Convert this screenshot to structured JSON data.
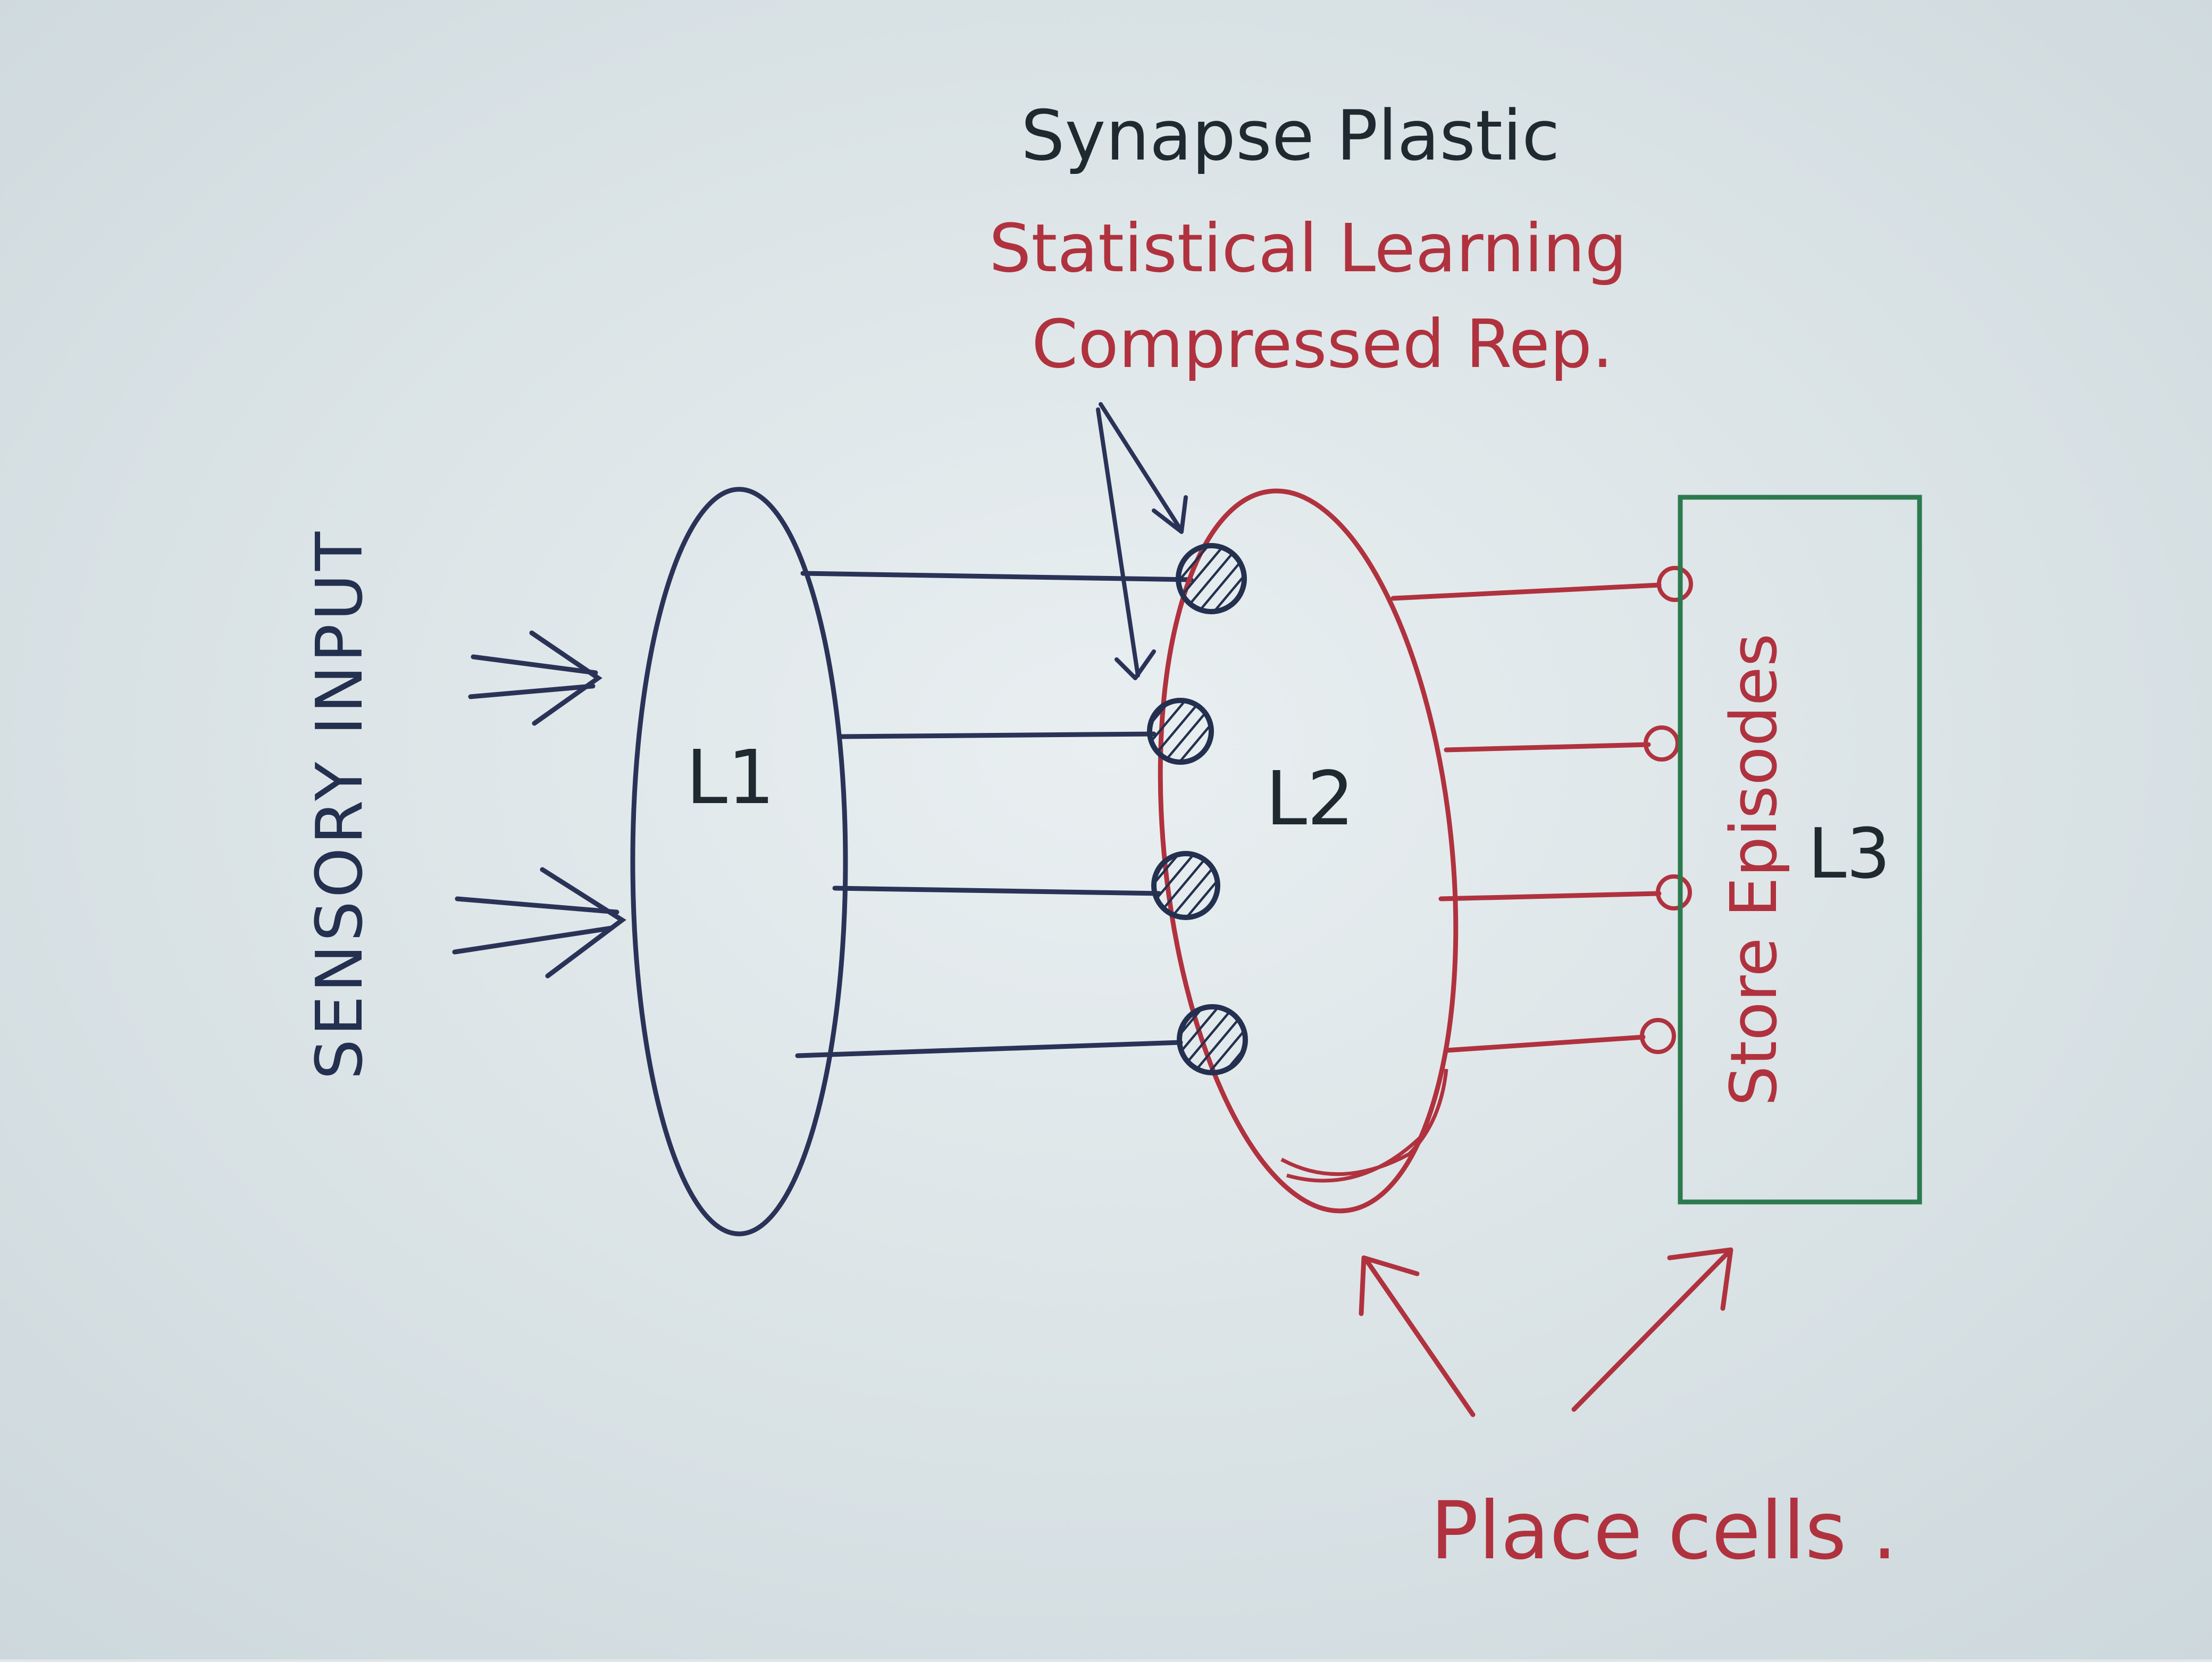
{
  "labels": {
    "sensory_input": "SENSORY INPUT",
    "l1": "L1",
    "l2": "L2",
    "l3": "L3",
    "store_episodes": "Store Episodes",
    "synapse_plastic": "Synapse Plastic",
    "statistical_learning": "Statistical Learning",
    "compressed_rep": "Compressed Rep.",
    "place_cells": "Place cells ."
  },
  "colors": {
    "blue_ink": "#2a3357",
    "red_ink": "#b0323e",
    "green_ink": "#2c7a4e",
    "paper": "#dfe7ea"
  }
}
